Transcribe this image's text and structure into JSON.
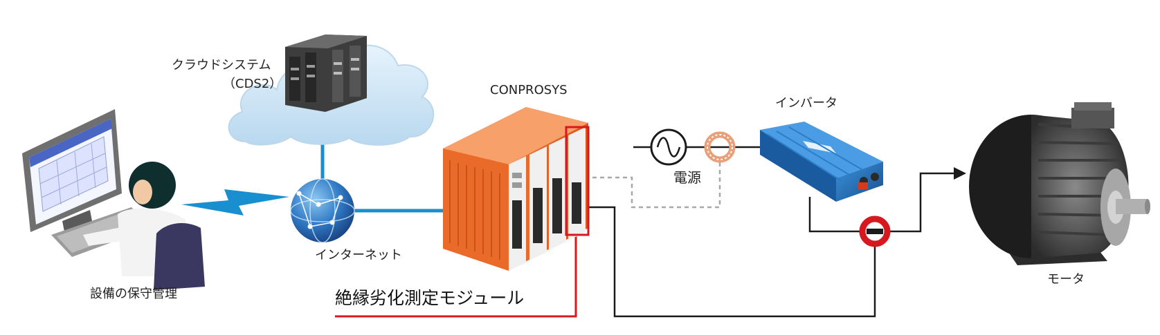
{
  "labels": {
    "cloud_system": "クラウドシステム",
    "cloud_system_sub": "（CDS2）",
    "conprosys": "CONPROSYS",
    "inverter": "インバータ",
    "power_source": "電源",
    "internet": "インターネット",
    "maintenance": "設備の保守管理",
    "motor": "モータ",
    "insulation_module": "絶縁劣化測定モジュール"
  },
  "colors": {
    "network_line": "#1a8fd0",
    "wire": "#1a1a1a",
    "highlight_red": "#d7191f",
    "conprosys_orange": "#ea6a2a",
    "inverter_blue": "#1f6fb8",
    "cloud": "#cfe6f6",
    "ct_sensor_orange": "#e9a07a",
    "dashed_signal": "#a8a8a8"
  },
  "icons": [
    "cloud-icon",
    "server-icon",
    "globe-icon",
    "computer-icon",
    "operator-icon",
    "power-source-icon",
    "current-sensor-icon",
    "inverter-icon",
    "motor-icon",
    "wireless-icon"
  ]
}
